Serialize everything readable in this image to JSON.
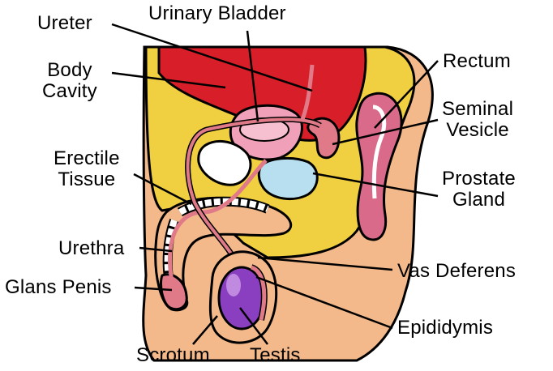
{
  "labels": {
    "ureter": "Ureter",
    "urinary_bladder": "Urinary Bladder",
    "body_cavity": [
      "Body",
      "Cavity"
    ],
    "rectum": "Rectum",
    "seminal_vesicle": [
      "Seminal",
      "Vesicle"
    ],
    "erectile_tissue": [
      "Erectile",
      "Tissue"
    ],
    "prostate_gland": [
      "Prostate",
      "Gland"
    ],
    "urethra": "Urethra",
    "vas_deferens": "Vas Deferens",
    "glans_penis": "Glans Penis",
    "epididymis": "Epididymis",
    "scrotum": "Scrotum",
    "testis": "Testis"
  },
  "colors": {
    "skin": "#f3b98a",
    "fat": "#f0d040",
    "bladder": "#d81e28",
    "vessel": "#e07a88",
    "testis": "#8a3fc0",
    "prostate": "#b8dff0",
    "outline": "#000000"
  }
}
